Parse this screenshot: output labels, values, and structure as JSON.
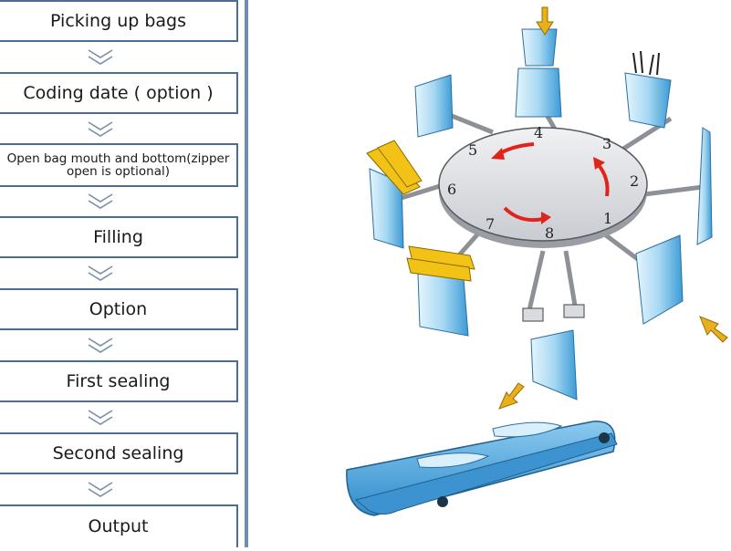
{
  "process_steps": [
    {
      "label": "Picking up bags"
    },
    {
      "label": "Coding date ( option )"
    },
    {
      "label": "Open bag mouth and bottom(zipper open is optional)"
    },
    {
      "label": "Filling"
    },
    {
      "label": "Option"
    },
    {
      "label": "First sealing"
    },
    {
      "label": "Second sealing"
    },
    {
      "label": "Output"
    }
  ],
  "station_numbers": [
    "1",
    "2",
    "3",
    "4",
    "5",
    "6",
    "7",
    "8"
  ],
  "colors": {
    "box_border": "#4a6f96",
    "chevron": "#7a8fa5",
    "table_top": "#dcdfe4",
    "bag_blue": "#9fd3f0",
    "conveyor_blue": "#4aa3d9",
    "rotation_arrow": "#e0241b",
    "indicator_arrow": "#e8b01c",
    "gripper_yellow": "#f2c316"
  },
  "icons": [
    "chevron-down-icon",
    "rotation-arrow-icon",
    "indicator-arrow-icon"
  ]
}
